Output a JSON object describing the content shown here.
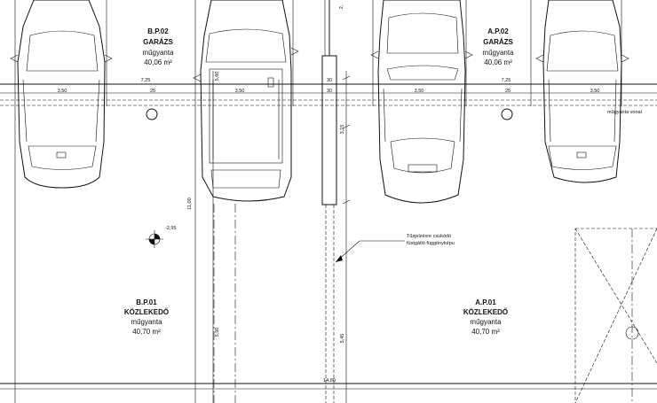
{
  "rooms": {
    "bp02": {
      "code": "B.P.02",
      "name": "GARÁZS",
      "material": "műgyanta",
      "area": "40,06 m²"
    },
    "ap02": {
      "code": "A.P.02",
      "name": "GARÁZS",
      "material": "műgyanta",
      "area": "40,06 m²"
    },
    "bp01": {
      "code": "B.P.01",
      "name": "KÖZLEKEDŐ",
      "material": "műgyanta",
      "area": "40,70 m²"
    },
    "ap01": {
      "code": "A.P.01",
      "name": "KÖZLEKEDŐ",
      "material": "műgyanta",
      "area": "40,70 m²"
    }
  },
  "dimensions": {
    "bay_left": "3,50",
    "bay_left_center": "3,50",
    "bay_right_center": "3,50",
    "bay_right": "3,50",
    "span_left": "7,25",
    "span_right": "7,25",
    "offset_left": "25",
    "offset_right": "25",
    "wall_a": "30",
    "wall_b": "30",
    "vertical_upper": "3,15",
    "vertical_left_total": "11,00",
    "vertical_left_lower": "5,50",
    "vertical_right_lower": "5,45",
    "vertical_small": "5,60",
    "bottom_total": "14,80",
    "top_partial": "2,"
  },
  "levels": {
    "spot_level": "-2,95"
  },
  "notes": {
    "fire_curtain": [
      "Tűzjelzésre csukódó",
      "füstgátló függönyképu"
    ],
    "right_edge_note": "műgyanta vonal"
  }
}
